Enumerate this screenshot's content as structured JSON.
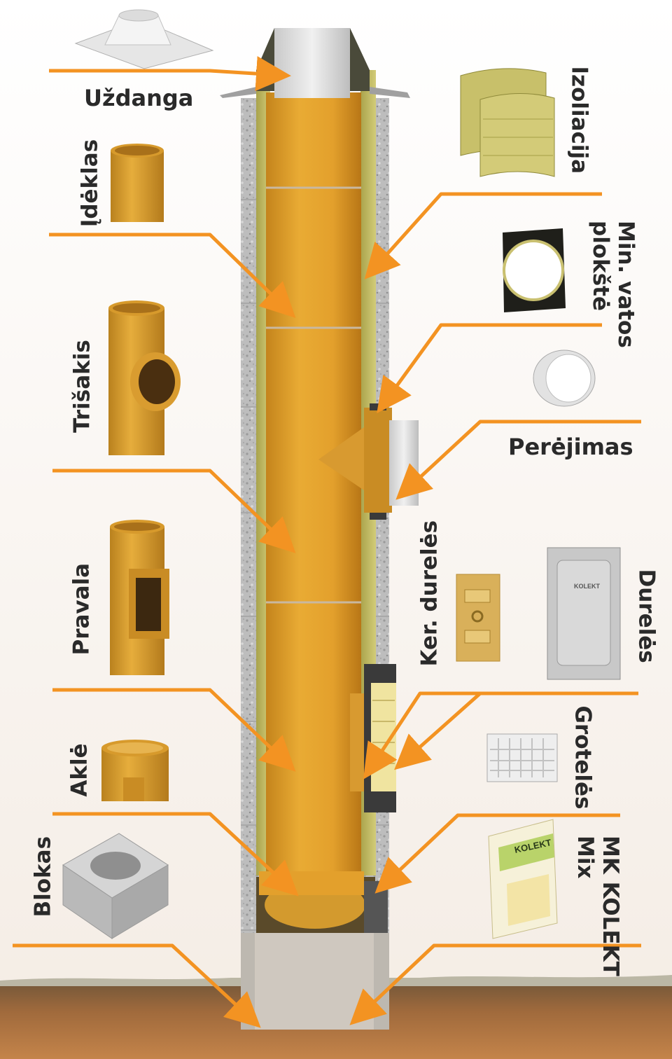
{
  "labels": {
    "uzdanga": "Uždanga",
    "ideklas": "Įdėklas",
    "trisakis": "Trišakis",
    "pravala": "Pravala",
    "akle": "Aklė",
    "blokas": "Blokas",
    "izoliacija": "Izoliacija",
    "min_vatos": "Min. vatos\nplokštė",
    "perejimas": "Perėjimas",
    "ker_dureles": "Ker. durelės",
    "dureles": "Durelės",
    "groteles": "Grotelės",
    "mk_kolekt": "MK KOLEKT\nMix"
  },
  "product_texts": {
    "door_brand": "KOLEKT",
    "bag_brand": "KOLEKT"
  },
  "colors": {
    "arrow": "#f39322",
    "liner": "#e3a02c",
    "insulation": "#c9c26a",
    "block": "#bfbfbf",
    "ground": "#a06a3c"
  }
}
